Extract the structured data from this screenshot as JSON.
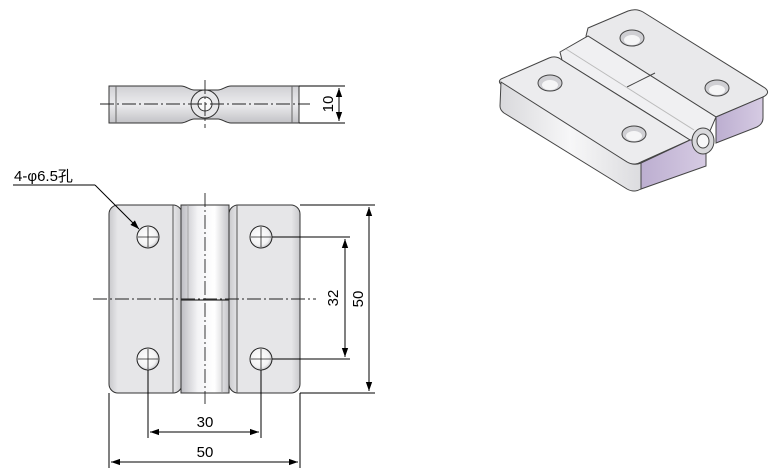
{
  "dimensions": {
    "thickness": "10",
    "hole_spacing_vertical": "32",
    "height": "50",
    "hole_spacing_horizontal": "30",
    "width": "50"
  },
  "hole_callout": "4-φ6.5孔",
  "colors": {
    "plate": "#e3e3e5",
    "lavender": "#cdbfdc",
    "line": "#000000"
  }
}
